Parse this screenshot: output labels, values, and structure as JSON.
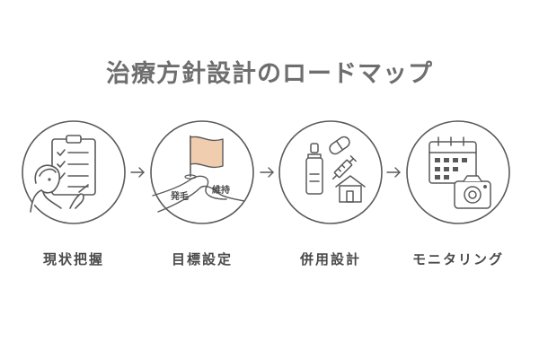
{
  "title": "治療方針設計のロードマップ",
  "steps": [
    {
      "label": "現状把握",
      "icon": "clipboard-checklist-person-icon"
    },
    {
      "label": "目標設定",
      "icon": "goal-flag-icon",
      "tags": [
        "発毛",
        "維持"
      ]
    },
    {
      "label": "併用設計",
      "icon": "medication-home-icon"
    },
    {
      "label": "モニタリング",
      "icon": "calendar-camera-icon"
    }
  ],
  "colors": {
    "title": "#6e6e6e",
    "label": "#4a4a4a",
    "stroke": "#5a5a5a",
    "flag": "#f1cdb0"
  }
}
